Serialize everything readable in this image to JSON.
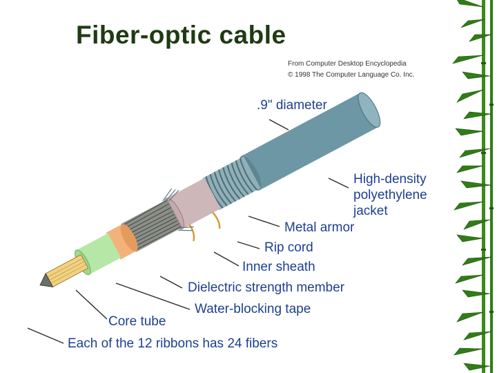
{
  "slide": {
    "title": "Fiber-optic cable"
  },
  "credit": {
    "line1": "From Computer Desktop Encyclopedia",
    "line2": "© 1998 The Computer Language Co. Inc."
  },
  "labels": {
    "diameter": ".9\" diameter",
    "jacket_1": "High-density",
    "jacket_2": "polyethylene",
    "jacket_3": "jacket",
    "metal_armor": "Metal armor",
    "rip_cord": "Rip cord",
    "inner_sheath": "Inner sheath",
    "dielectric": "Dielectric strength member",
    "water_blocking": "Water-blocking tape",
    "core_tube": "Core tube",
    "ribbons": "Each of the 12 ribbons has 24 fibers"
  },
  "colors": {
    "label_text": "#1d3f91",
    "title_text": "#1f3a14",
    "jacket": "#6d97a4",
    "armor": "#8fb0b8",
    "inner_sheath": "#cdb7b9",
    "strength_member": "#8b8f88",
    "water_tape": "#f2b27a",
    "core_tube": "#b5e7a6",
    "ribbons": "#f1d283",
    "bamboo": "#2f7d16"
  }
}
